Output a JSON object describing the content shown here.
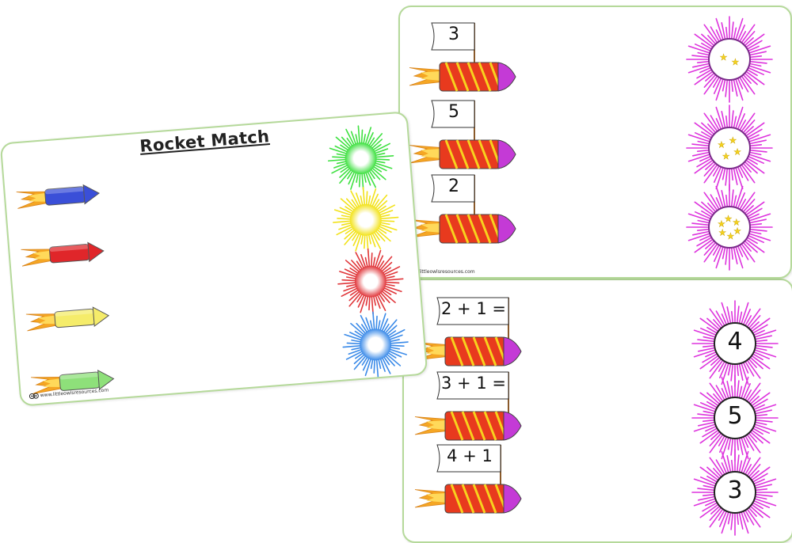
{
  "title": "Rocket Match",
  "footer_url": "www.littleowlsresources.com",
  "colors": {
    "card_border": "#b5d99a",
    "rocket_blue": "#3a4fd8",
    "rocket_red": "#e0262a",
    "rocket_yellow": "#f5ec6a",
    "rocket_green": "#8ee07a",
    "firework_green": "#3ee040",
    "firework_yellow": "#f2e21a",
    "firework_red": "#e0363a",
    "firework_blue": "#3a8ae8",
    "firework_magenta": "#dd33dd",
    "flame": "#f5a623"
  },
  "left_card": {
    "rockets": [
      "blue",
      "red",
      "yellow",
      "green"
    ],
    "fireworks": [
      "green",
      "yellow",
      "red",
      "blue"
    ]
  },
  "top_card": {
    "flags": [
      "3",
      "5",
      "2"
    ],
    "fireworks": [
      {
        "stars": 2
      },
      {
        "stars": 4
      },
      {
        "stars": 6
      }
    ]
  },
  "bottom_card": {
    "flags": [
      "2 + 1 =",
      "3 + 1 =",
      "4 + 1"
    ],
    "burst_numbers": [
      "4",
      "5",
      "3"
    ]
  }
}
